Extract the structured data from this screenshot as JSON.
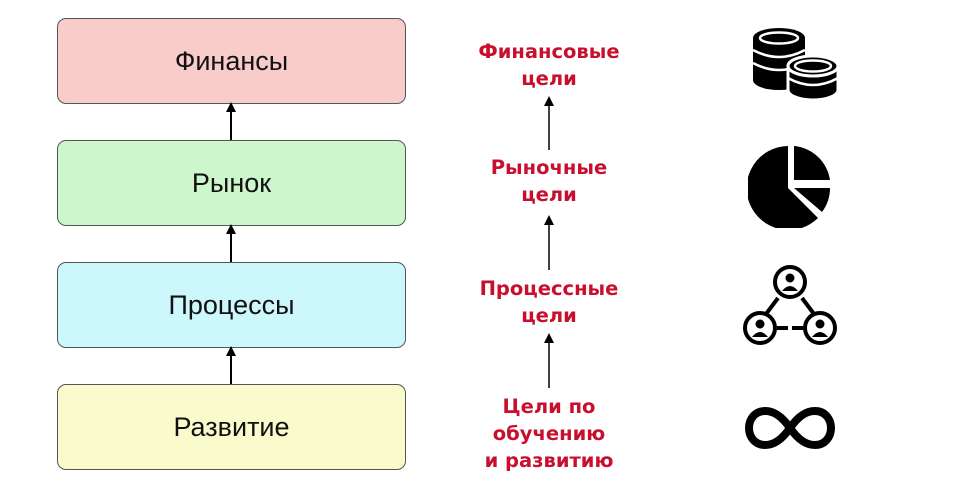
{
  "colors": {
    "finance": "#f9cccc",
    "market": "#ccf7cc",
    "process": "#ccf8fb",
    "growth": "#fafbcc",
    "goal_text": "#c8102e",
    "arrow": "#000000"
  },
  "perspectives": [
    {
      "label": "Финансы"
    },
    {
      "label": "Рынок"
    },
    {
      "label": "Процессы"
    },
    {
      "label": "Развитие"
    }
  ],
  "goals": [
    {
      "lines": [
        "Финансовые",
        "цели"
      ]
    },
    {
      "lines": [
        "Рыночные",
        "цели"
      ]
    },
    {
      "lines": [
        "Процессные",
        "цели"
      ]
    },
    {
      "lines": [
        "Цели по",
        "обучению",
        "и развитию"
      ]
    }
  ],
  "icons": [
    "coins-icon",
    "pie-chart-icon",
    "people-network-icon",
    "infinity-icon"
  ]
}
